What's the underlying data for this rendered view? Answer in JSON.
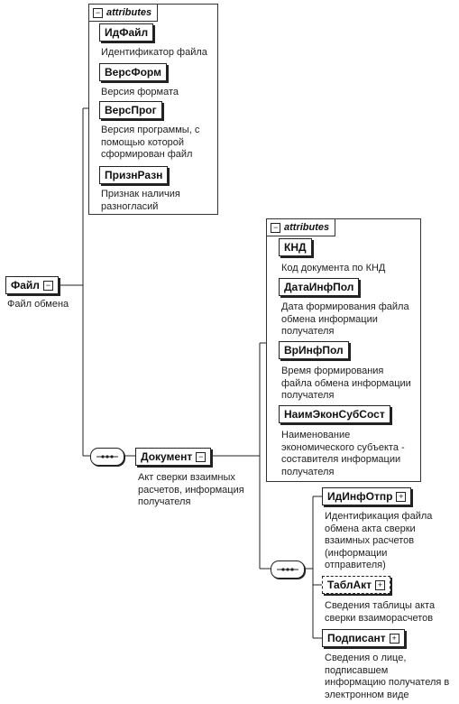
{
  "root": {
    "label": "Файл",
    "desc": "Файл обмена"
  },
  "root_attributes": {
    "header": "attributes",
    "items": [
      {
        "label": "ИдФайл",
        "desc": "Идентификатор файла"
      },
      {
        "label": "ВерсФорм",
        "desc": "Версия формата"
      },
      {
        "label": "ВерсПрог",
        "desc": "Версия программы, с помощью которой сформирован файл"
      },
      {
        "label": "ПризнРазн",
        "desc": "Признак наличия разногласий"
      }
    ]
  },
  "document": {
    "label": "Документ",
    "desc": "Акт сверки взаимных расчетов, информация получателя"
  },
  "document_attributes": {
    "header": "attributes",
    "items": [
      {
        "label": "КНД",
        "desc": "Код документа по КНД"
      },
      {
        "label": "ДатаИнфПол",
        "desc": "Дата формирования файла обмена информации получателя"
      },
      {
        "label": "ВрИнфПол",
        "desc": "Время формирования файла обмена информации получателя"
      },
      {
        "label": "НаимЭконСубСост",
        "desc": "Наименование экономического субъекта - составителя информации получателя"
      }
    ]
  },
  "children": [
    {
      "label": "ИдИнфОтпр",
      "desc": "Идентификация файла обмена акта сверки взаимных расчетов (информации отправителя)"
    },
    {
      "label": "ТаблАкт",
      "desc": "Сведения таблицы акта сверки взаиморасчетов"
    },
    {
      "label": "Подписант",
      "desc": "Сведения о лице, подписавшем информацию получателя в электронном виде"
    }
  ]
}
